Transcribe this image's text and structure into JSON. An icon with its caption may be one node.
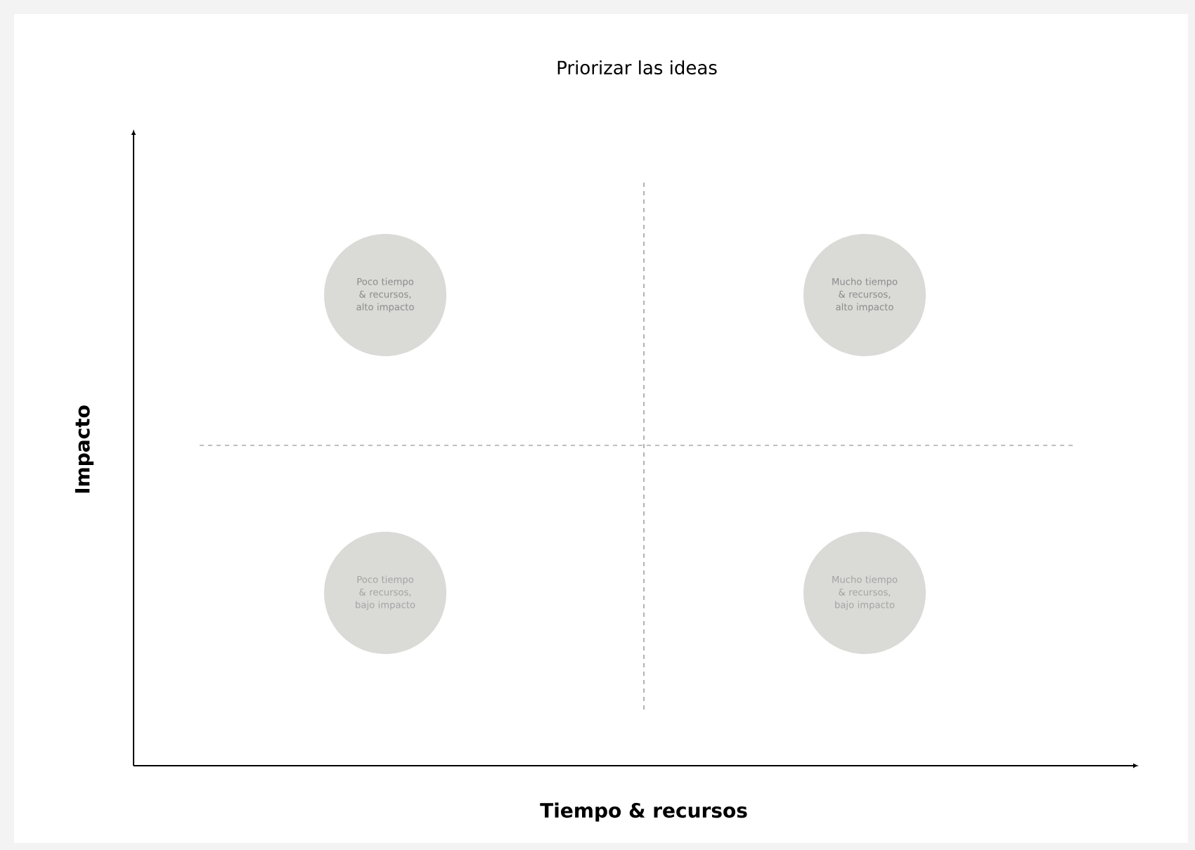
{
  "diagram": {
    "title": "Priorizar las ideas",
    "nodes": [
      {
        "text": [
          "Poco tiempo & recursos, alto impacto"
        ]
      },
      {
        "text": [
          "Mucho tiempo & recursos, alto impacto"
        ]
      },
      {
        "text": [
          "Poco tiempo & recursos, bajo impacto"
        ]
      },
      {
        "text": [
          "Mucho tiempo & recursos, bajo impacto"
        ]
      }
    ],
    "labels": [
      "Impacto",
      "Tiempo & recursos"
    ]
  }
}
